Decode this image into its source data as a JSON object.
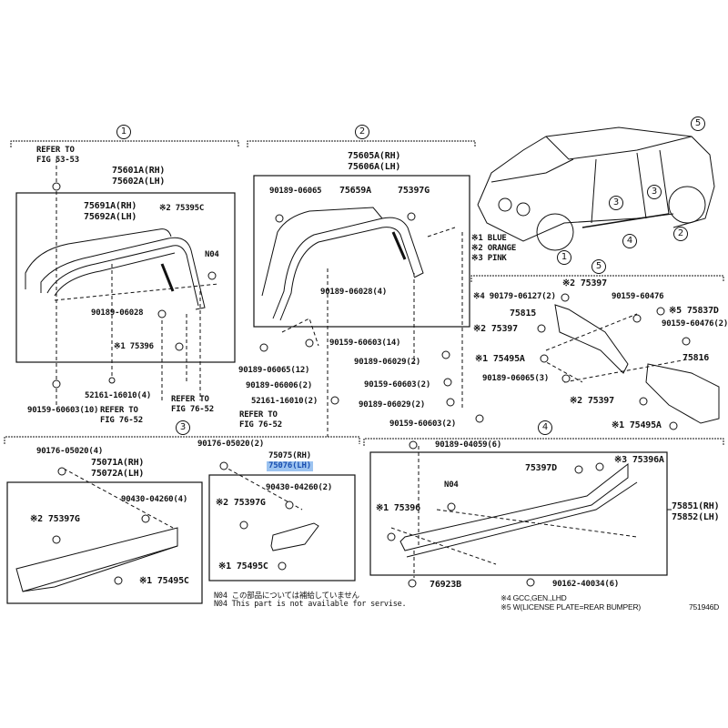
{
  "diagram_code": "751946D",
  "sections": {
    "s1": {
      "number": "1",
      "refer1": "REFER TO",
      "refer1_fig": "FIG 53-53",
      "assy_rh": "75601A(RH)",
      "assy_lh": "75602A(LH)",
      "mold_rh": "75691A(RH)",
      "mold_lh": "75692A(LH)",
      "clip": "※2 75395C",
      "n04": "N04",
      "nut": "90189-06028",
      "clip2": "※1 75396",
      "screw": "52161-16010(4)",
      "bolt": "90159-60603(10)",
      "refer2": "REFER TO",
      "refer2_fig": "FIG 76-52",
      "refer3": "REFER TO",
      "refer3_fig": "FIG 76-52"
    },
    "s2": {
      "number": "2",
      "assy_rh": "75605A(RH)",
      "assy_lh": "75606A(LH)",
      "nut_top": "90189-06065",
      "mold": "75659A",
      "clip": "75397G",
      "nut": "90189-06028(4)",
      "bolt14": "90159-60603(14)",
      "nut12": "90189-06065(12)",
      "nut2": "90189-06006(2)",
      "screw": "52161-16010(2)",
      "refer": "REFER TO",
      "refer_fig": "FIG 76-52",
      "nut29a": "90189-06029(2)",
      "bolt2a": "90159-60603(2)",
      "nut29b": "90189-06029(2)",
      "bolt2b": "90159-60603(2)"
    },
    "s3": {
      "number": "3",
      "screw4": "90176-05020(4)",
      "assy_rh": "75071A(RH)",
      "assy_lh": "75072A(LH)",
      "nut4": "90430-04260(4)",
      "clip": "※2 75397G",
      "clip2": "※1 75495C",
      "screw2": "90176-05020(2)",
      "assy2_rh": "75075(RH)",
      "assy2_lh": "75076(LH)",
      "nut2": "90430-04260(2)",
      "clip3": "※2 75397G",
      "clip4": "※1 75495C"
    },
    "s4": {
      "number": "4",
      "nut6": "90189-04059(6)",
      "clip_a": "※3 75396A",
      "clip_d": "75397D",
      "n04": "N04",
      "clip": "※1 75396",
      "assy_rh": "75851(RH)",
      "assy_lh": "75852(LH)",
      "grommet": "76923B",
      "screw": "90162-40034(6)"
    },
    "s5": {
      "number": "5",
      "clip_top": "※2 75397",
      "nut4": "※4 90179-06127(2)",
      "bolt": "90159-60476",
      "part1": "75815",
      "cap": "※5 75837D",
      "bolt2": "90159-60476(2)",
      "clip_l": "※2 75397",
      "clip_a": "※1 75495A",
      "part2": "75816",
      "nut3": "90189-06065(3)",
      "clip_b": "※2 75397",
      "clip_c": "※1 75495A"
    }
  },
  "vehicle_callouts": [
    "1",
    "2",
    "3",
    "3",
    "4",
    "5"
  ],
  "legend": [
    "※1 BLUE",
    "※2 ORANGE",
    "※3 PINK"
  ],
  "notes": {
    "n04_jp": "N04 この部品については補給していません",
    "n04_en": "N04 This part is not available for servise.",
    "gcc": "※4 GCC,GEN.,LHD",
    "license": "※5 W(LICENSE PLATE=REAR BUMPER)"
  },
  "colors": {
    "highlight": "#9cc3f0",
    "highlight_text": "#1a4fb0"
  }
}
